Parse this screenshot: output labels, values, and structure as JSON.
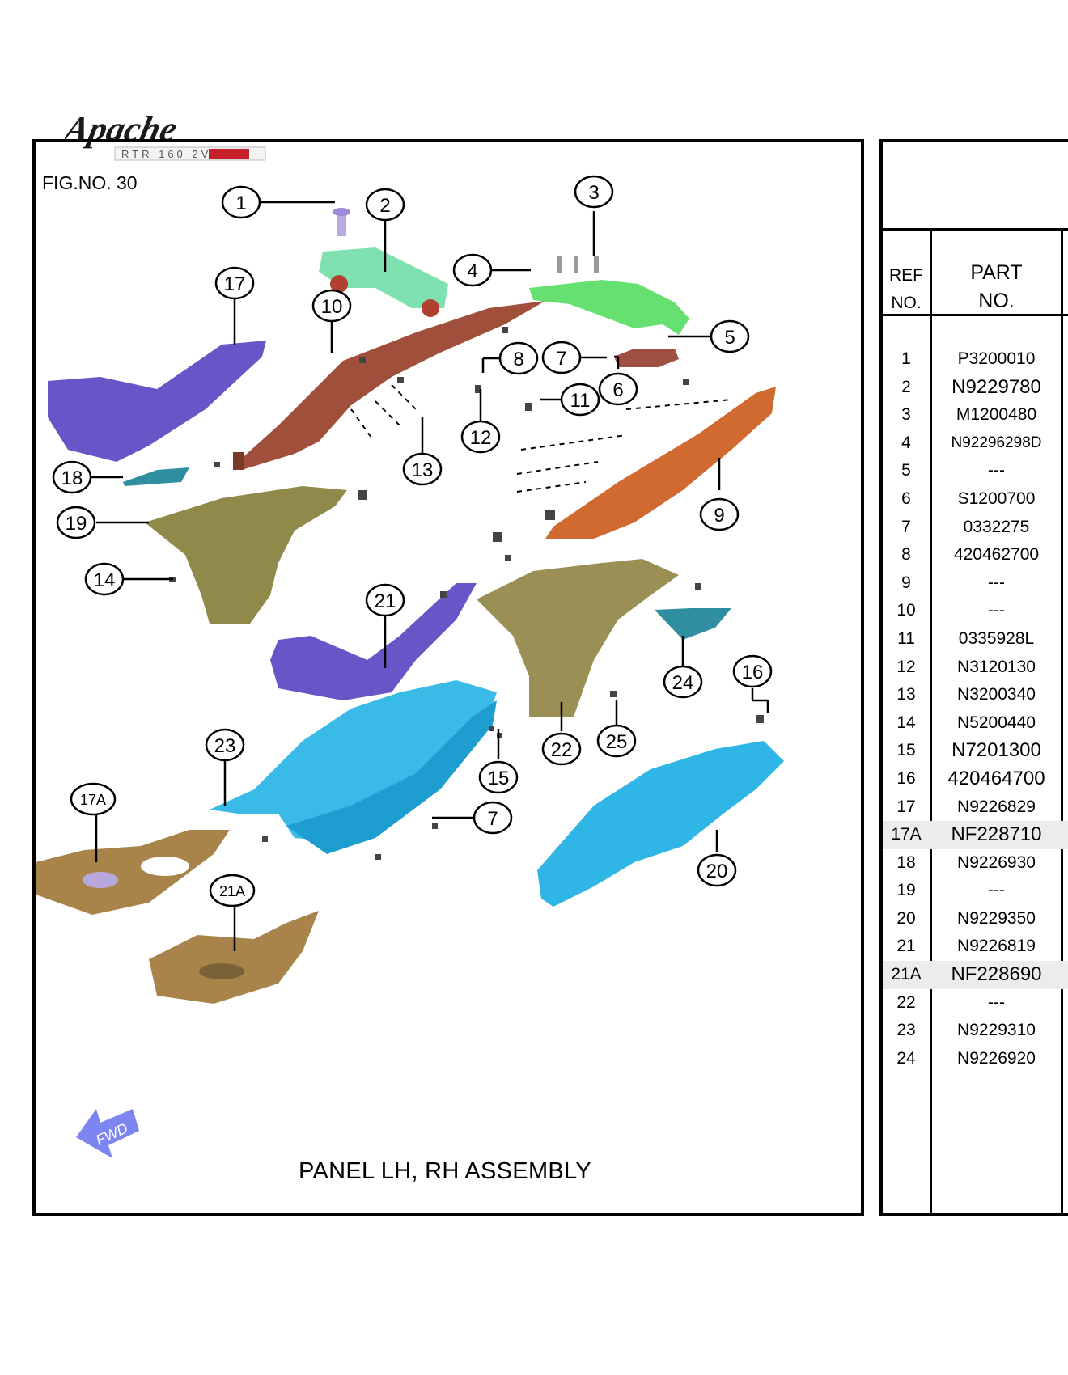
{
  "header": {
    "fig_no": "FIG.NO. 30",
    "logo_text": "Apache",
    "logo_subtext": "RTR 160 2V"
  },
  "caption": "PANEL LH, RH ASSEMBLY",
  "fwd_label": "FWD",
  "table": {
    "ref_header": [
      "REF",
      "NO."
    ],
    "part_header": [
      "PART",
      "NO."
    ],
    "rows": [
      {
        "ref": "1",
        "part": "P3200010"
      },
      {
        "ref": "2",
        "part": "N9229780"
      },
      {
        "ref": "3",
        "part": "M1200480"
      },
      {
        "ref": "4",
        "part": "N92296298D"
      },
      {
        "ref": "5",
        "part": "---"
      },
      {
        "ref": "6",
        "part": "S1200700"
      },
      {
        "ref": "7",
        "part": "0332275"
      },
      {
        "ref": "8",
        "part": "420462700"
      },
      {
        "ref": "9",
        "part": "---"
      },
      {
        "ref": "10",
        "part": "---"
      },
      {
        "ref": "11",
        "part": "0335928L"
      },
      {
        "ref": "12",
        "part": "N3120130"
      },
      {
        "ref": "13",
        "part": "N3200340"
      },
      {
        "ref": "14",
        "part": "N5200440"
      },
      {
        "ref": "15",
        "part": "N7201300"
      },
      {
        "ref": "16",
        "part": "420464700"
      },
      {
        "ref": "17",
        "part": "N9226829"
      },
      {
        "ref": "17A",
        "part": "NF228710"
      },
      {
        "ref": "18",
        "part": "N9226930"
      },
      {
        "ref": "19",
        "part": "---"
      },
      {
        "ref": "20",
        "part": "N9229350"
      },
      {
        "ref": "21",
        "part": "N9226819"
      },
      {
        "ref": "21A",
        "part": "NF228690"
      },
      {
        "ref": "22",
        "part": "---"
      },
      {
        "ref": "23",
        "part": "N9229310"
      },
      {
        "ref": "24",
        "part": "N9226920"
      }
    ]
  },
  "callouts": [
    "1",
    "2",
    "3",
    "4",
    "5",
    "6",
    "7",
    "8",
    "9",
    "10",
    "11",
    "12",
    "13",
    "14",
    "15",
    "16",
    "17",
    "17A",
    "18",
    "19",
    "20",
    "21",
    "21A",
    "22",
    "23",
    "24",
    "25",
    "7"
  ],
  "colors": {
    "part_purple": "#6a55c8",
    "part_brown": "#a0503a",
    "part_orange": "#d06a30",
    "part_olive": "#8f8a4a",
    "part_cyan": "#2fb6e6",
    "part_green": "#66e070",
    "part_mint": "#7fe0b0",
    "part_tan": "#a8844a",
    "fwd_arrow": "#7d86f0"
  }
}
